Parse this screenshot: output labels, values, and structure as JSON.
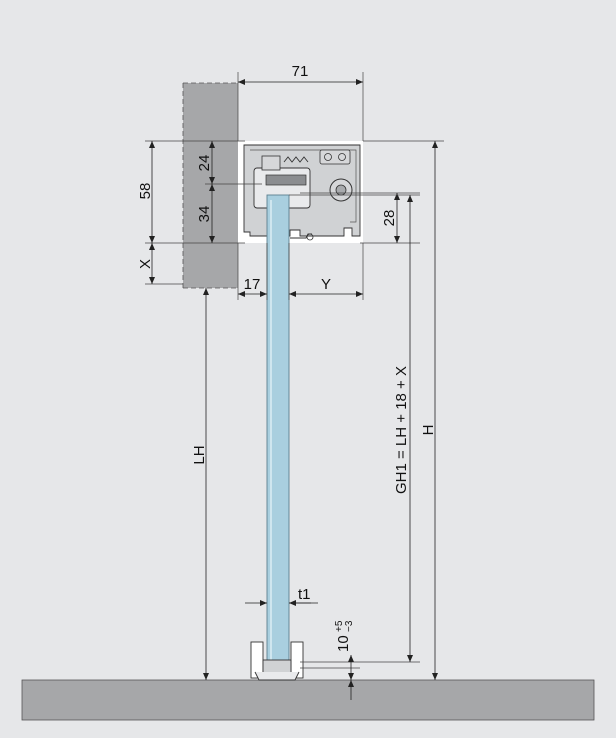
{
  "drawing": {
    "colors": {
      "background": "#e6e7e9",
      "wall": "#a6a7a9",
      "floor": "#a6a7a9",
      "glass": "#a9cfdf",
      "profile": "#d0d2d4",
      "dimension_line": "#222222"
    },
    "labels": {
      "width_71": "71",
      "height_58": "58",
      "height_24": "24",
      "height_34": "34",
      "height_28": "28",
      "gap_x": "X",
      "offset_17": "17",
      "offset_y": "Y",
      "lh": "LH",
      "gh1_formula": "GH1 = LH + 18 + X",
      "h": "H",
      "glass_thickness": "t1",
      "floor_gap_base": "10",
      "floor_gap_tol_plus": "+5",
      "floor_gap_tol_minus": "−3"
    }
  }
}
